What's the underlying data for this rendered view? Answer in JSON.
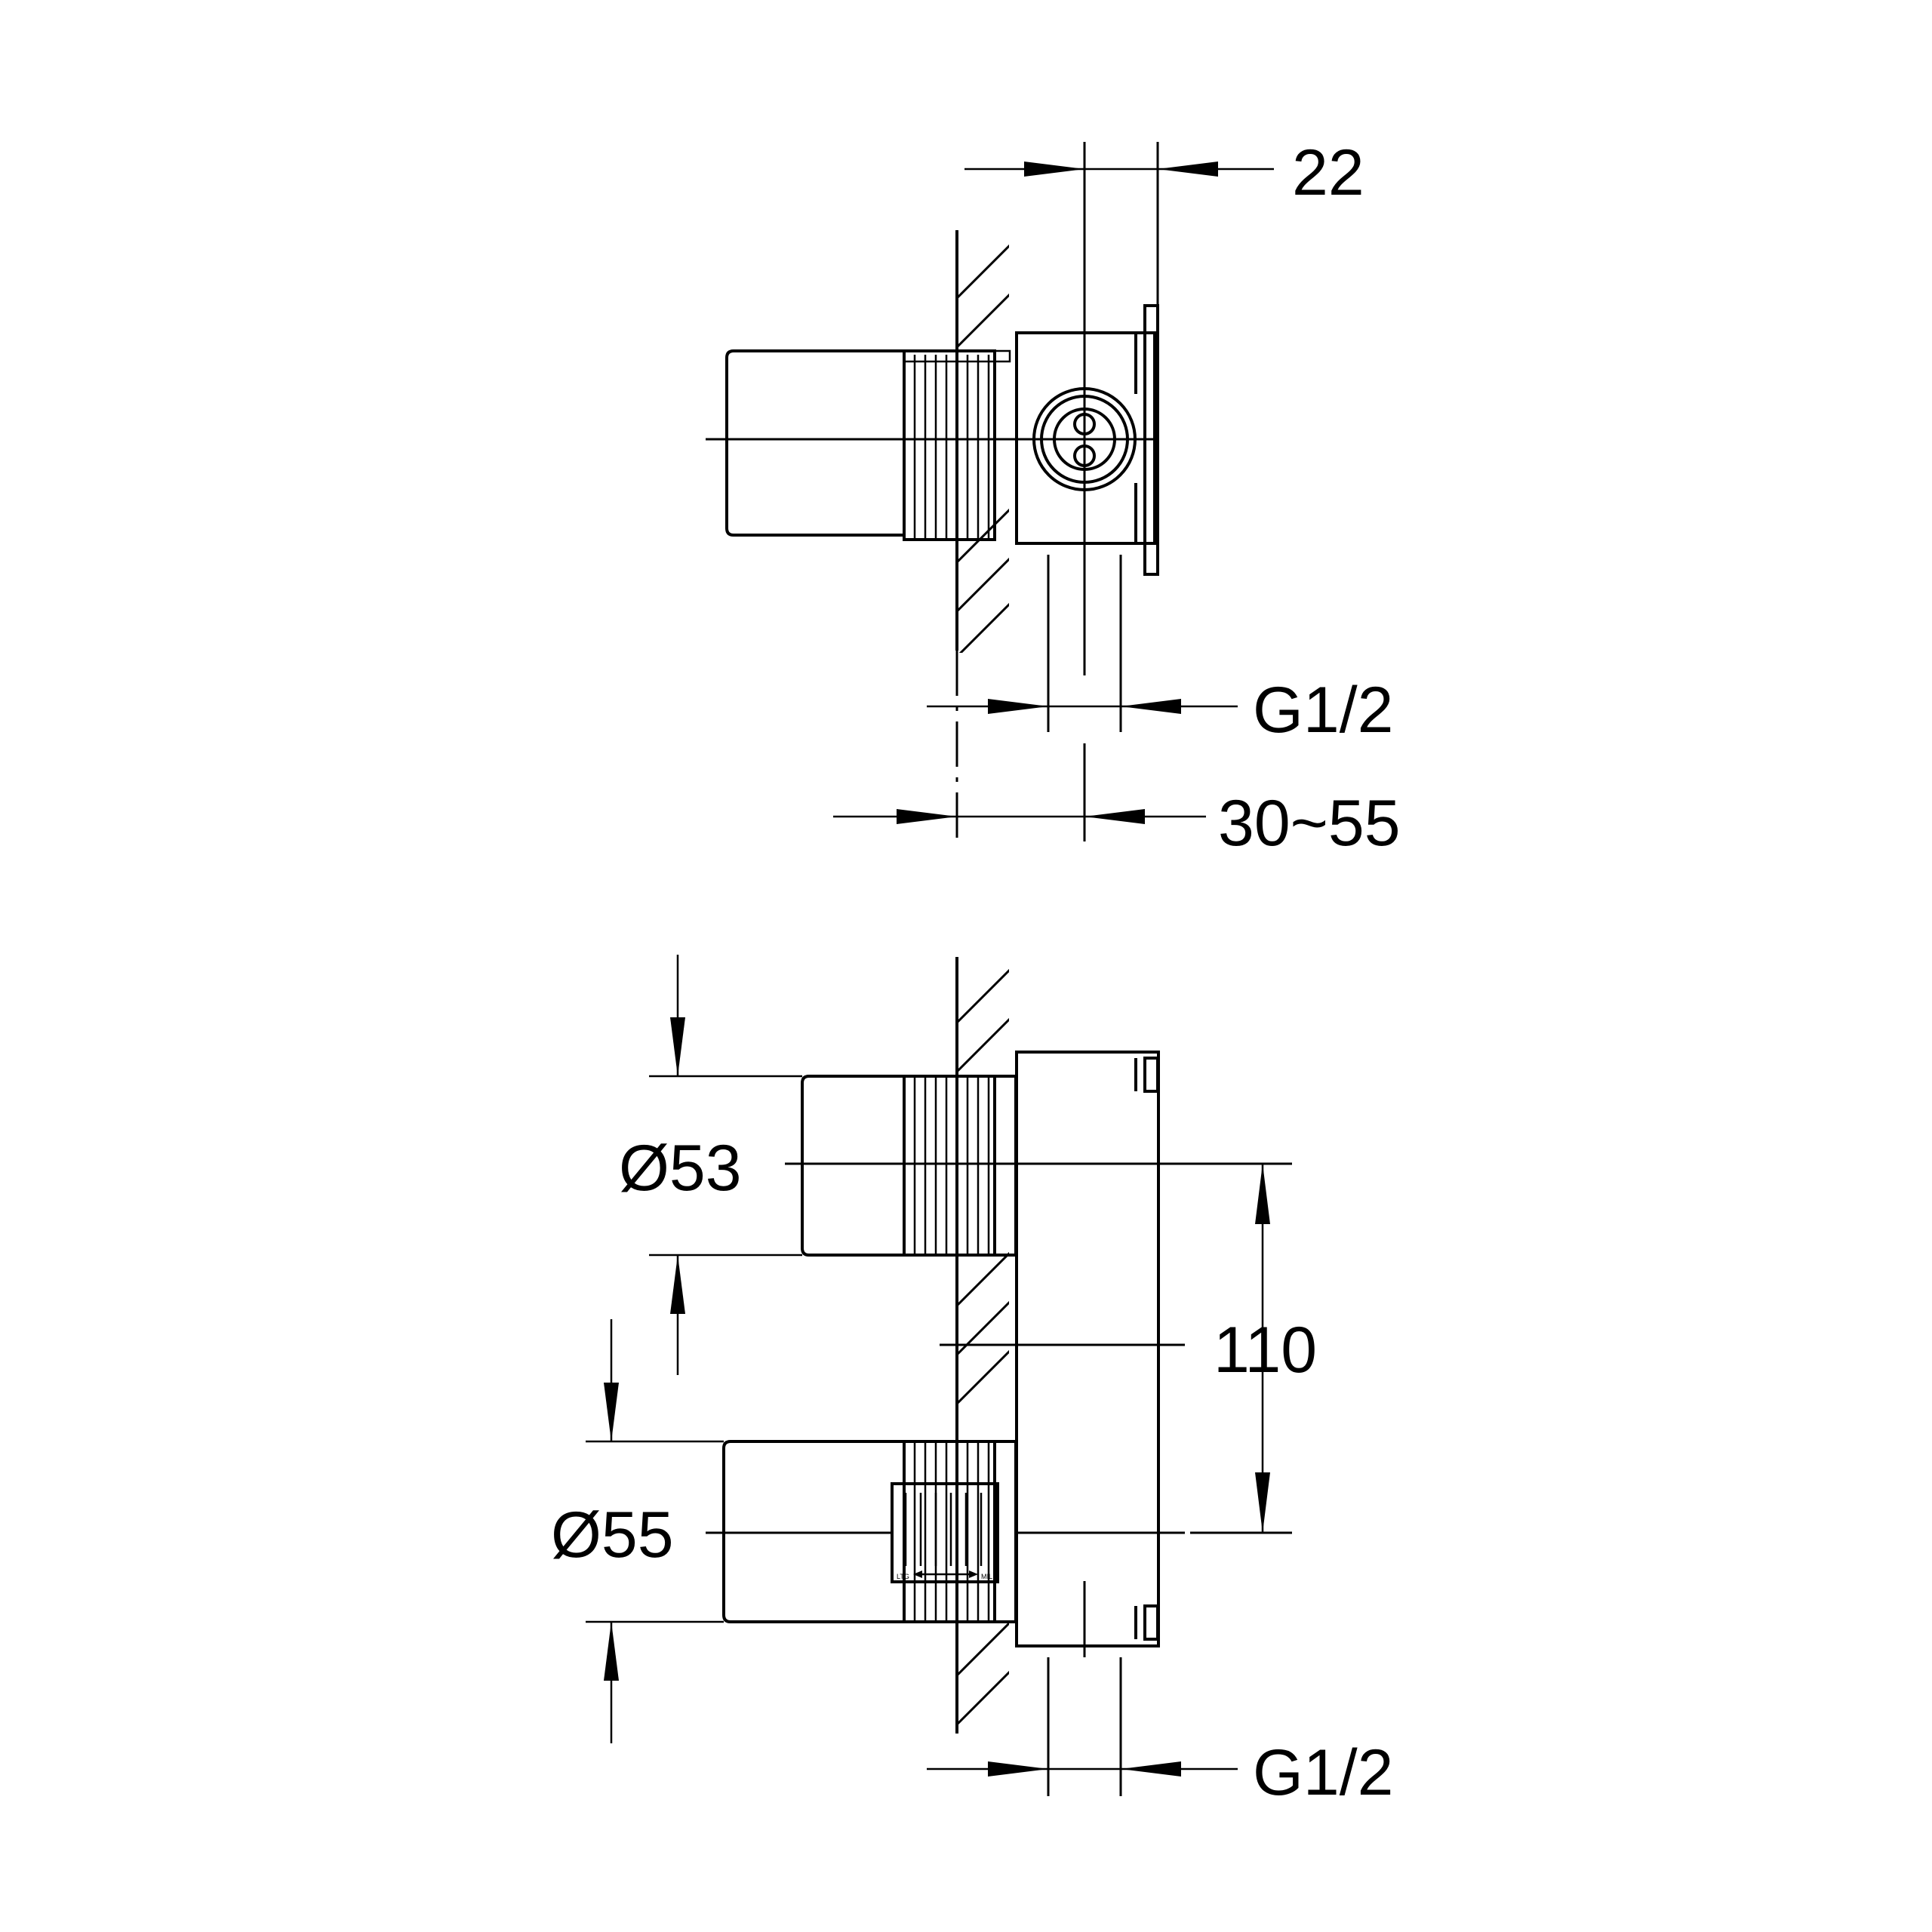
{
  "dimensions": {
    "top_width": "22",
    "top_connection": "G1/2",
    "wall_depth": "30~55",
    "diameter_upper": "Ø53",
    "diameter_lower": "Ø55",
    "center_distance": "110",
    "bottom_connection": "G1/2"
  },
  "body_label": {
    "left": "LTG",
    "right": "MIL"
  }
}
